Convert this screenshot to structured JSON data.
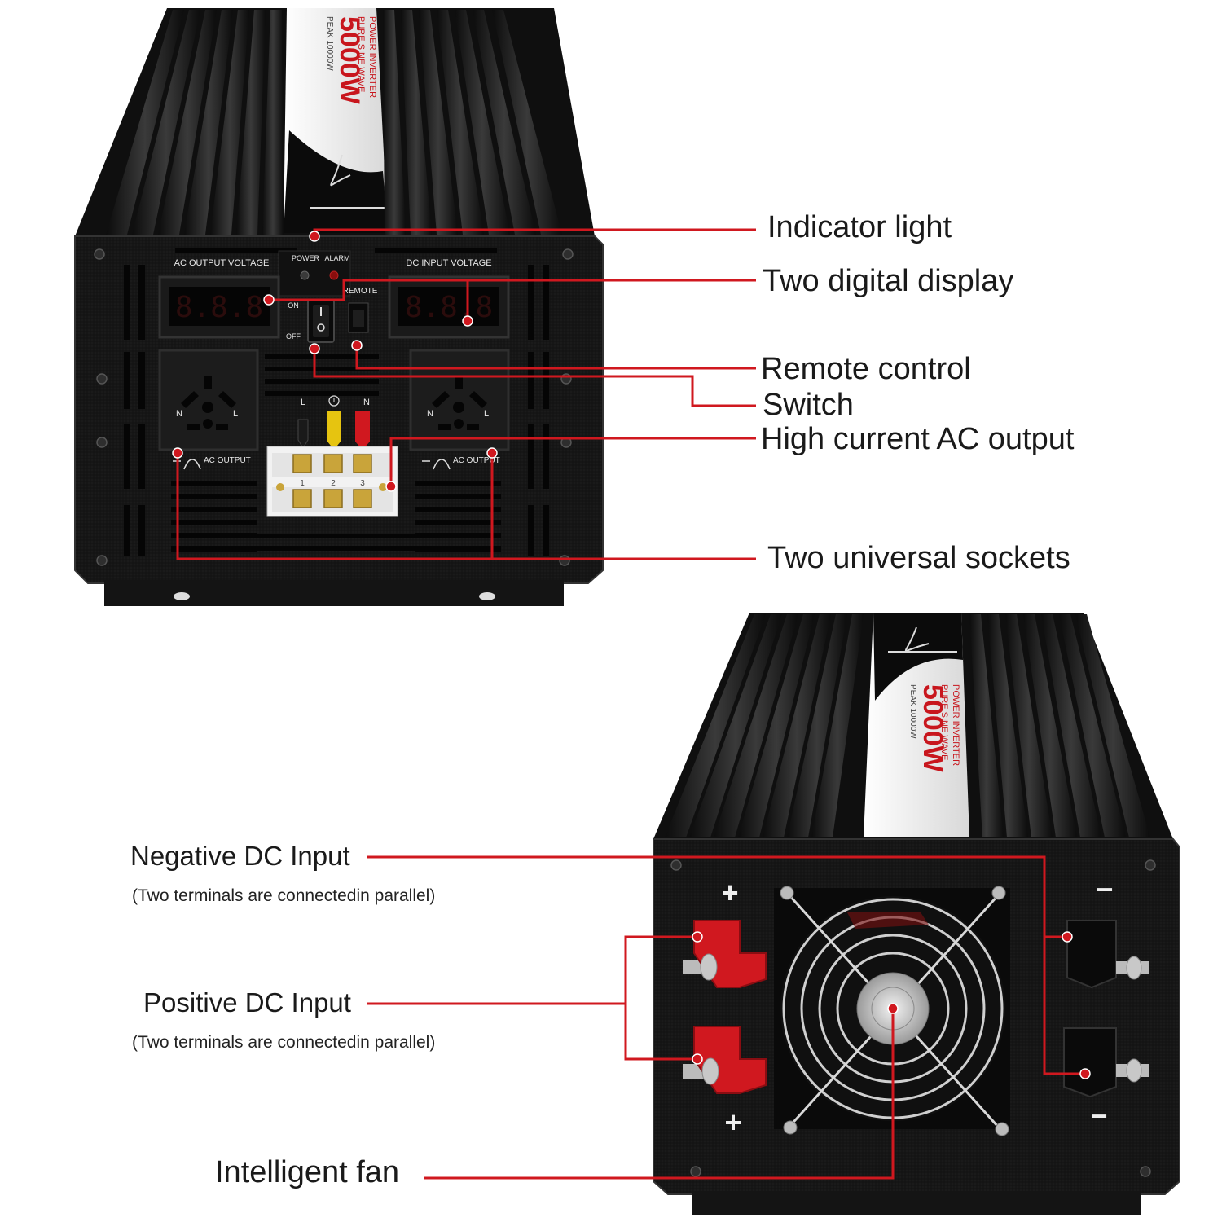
{
  "callouts": {
    "indicator_light": "Indicator light",
    "two_digital_display": "Two digital display",
    "remote_control": "Remote control",
    "switch": "Switch",
    "high_current_ac_output": "High current AC output",
    "two_universal_sockets": "Two universal sockets",
    "negative_dc_input": "Negative DC Input",
    "negative_dc_note": "(Two terminals are connectedin parallel)",
    "positive_dc_input": "Positive DC Input",
    "positive_dc_note": "(Two terminals are connectedin parallel)",
    "intelligent_fan": "Intelligent fan"
  },
  "front_panel": {
    "ac_output_voltage": "AC OUTPUT VOLTAGE",
    "dc_input_voltage": "DC  INPUT   VOLTAGE",
    "power": "POWER",
    "alarm": "ALARM",
    "remote": "REMOTE",
    "on": "ON",
    "off": "OFF",
    "ac_output_left": "AC OUTPUT",
    "ac_output_right": "AC OUTPUT",
    "display_left": "8.8.8",
    "display_right": "8.8.8",
    "socket_n": "N",
    "socket_l": "L",
    "terminal_l": "L",
    "terminal_n": "N",
    "terminal_nums": [
      "1",
      "2",
      "3"
    ]
  },
  "product_label": {
    "wattage": "5000W",
    "line1": "POWER INVERTER",
    "line2": "PURE SINE WAVE",
    "peak": "PEAK 10000W"
  },
  "rear_panel": {
    "plus_top": "+",
    "plus_bottom": "+",
    "minus_top": "−",
    "minus_bottom": "−"
  },
  "colors": {
    "accent": "#d0181f",
    "body": "#1e1e1e",
    "panel": "#151515",
    "text": "#1a1a1a"
  }
}
